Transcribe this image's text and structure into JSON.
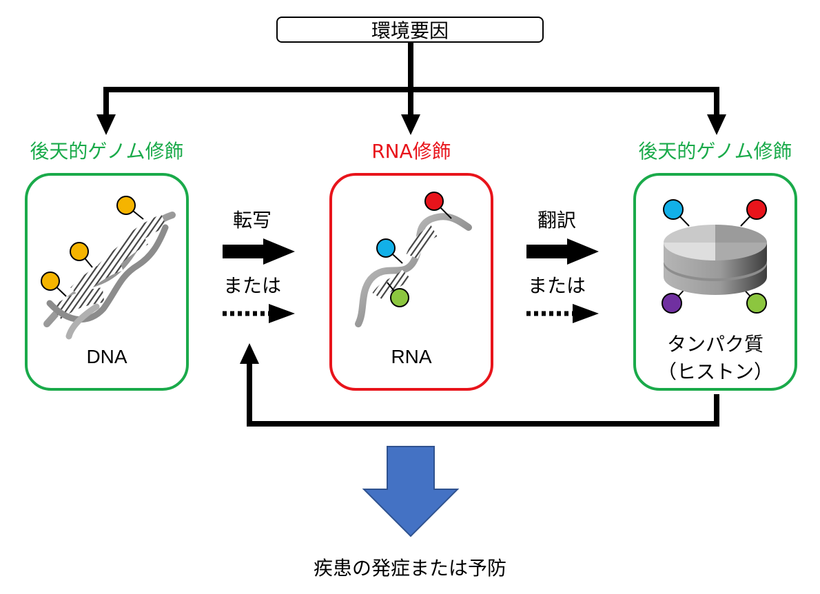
{
  "environment": "環境要因",
  "categories": {
    "left": "後天的ゲノム修飾",
    "center": "RNA修飾",
    "right": "後天的ゲノム修飾"
  },
  "nodes": {
    "dna": "DNA",
    "rna": "RNA",
    "protein_line1": "タンパク質",
    "protein_line2": "（ヒストン）"
  },
  "transitions": {
    "transcription": "転写",
    "translation": "翻訳",
    "or_1": "または",
    "or_2": "または"
  },
  "outcome": "疾患の発症または予防",
  "colors": {
    "green": "#1aaa4a",
    "red": "#e8141b",
    "yellow": "#f5b400",
    "cyan": "#12b0e8",
    "lime": "#8cc63f",
    "purple": "#7030a0",
    "blue_arrow": "#4472c4"
  }
}
